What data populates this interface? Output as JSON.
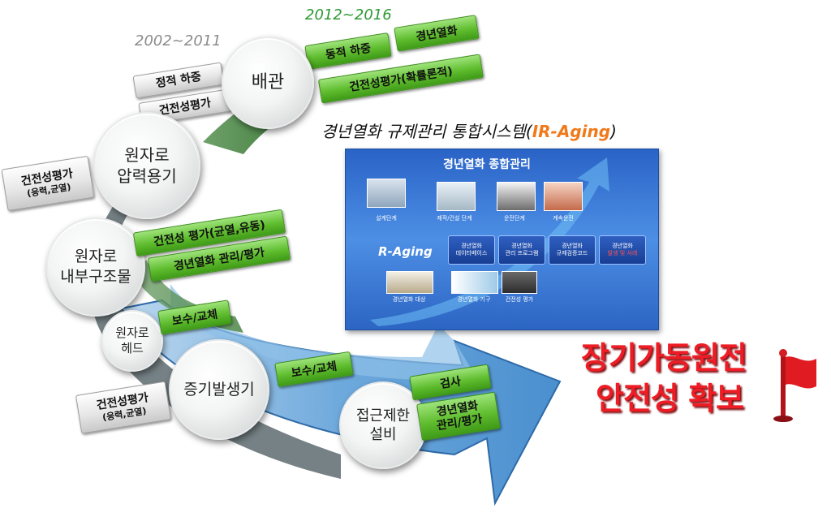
{
  "years": {
    "early": "2002~2011",
    "late": "2012~2016"
  },
  "circles": {
    "piping": "배관",
    "rpv": [
      "원자로",
      "압력용기"
    ],
    "internals": [
      "원자로",
      "내부구조물"
    ],
    "head": [
      "원자로",
      "헤드"
    ],
    "sg": "증기발생기",
    "access": [
      "접근제한",
      "설비"
    ]
  },
  "piping_tags": {
    "static_load": "정적 하중",
    "integrity": "건전성평가",
    "dynamic_load": "동적 하중",
    "aging": "경년열화",
    "probabilistic": "건전성평가(확률론적)"
  },
  "rpv_tags": {
    "integrity": "건전성평가",
    "sub": "(응력,균열)"
  },
  "internals_tags": {
    "integrity": "건전성 평가(균열,유동)",
    "aging_mgmt": "경년열화 관리/평가"
  },
  "head_tags": {
    "repair": "보수/교체"
  },
  "sg_tags": {
    "integrity": "건전성평가",
    "sub": "(응력,균열)",
    "repair": "보수/교체"
  },
  "access_tags": {
    "inspection": "검사",
    "aging_mgmt": [
      "경년열화",
      "관리/평가"
    ]
  },
  "system": {
    "title_prefix": "경년열화 규제관리 통합시스템(",
    "title_highlight": "IR-Aging",
    "title_suffix": ")",
    "screen_title": "경년열화 종합관리",
    "thumbs": [
      "설계단계",
      "제작/건설 단계",
      "운전단계",
      "계속운전"
    ],
    "brand": "R-Aging",
    "buttons": [
      [
        "경년열화",
        "데이터베이스"
      ],
      [
        "경년열화",
        "관리 프로그램"
      ],
      [
        "경년열화",
        "규제검증코드"
      ],
      [
        "경년열화",
        "발생 및 사례"
      ]
    ],
    "bottom_items": [
      "경년열화 대상",
      "경년열화 기구",
      "건전성 평가"
    ]
  },
  "goal": [
    "장기가동원전",
    "안전성 확보"
  ],
  "colors": {
    "arrow": "#5b9fd6",
    "arrow_dark": "#2f6aa8",
    "green_tag": "#5fbd2e",
    "goal_red": "#ee1c24",
    "year_early": "#8c8c8c",
    "year_late": "#2e9a32"
  }
}
